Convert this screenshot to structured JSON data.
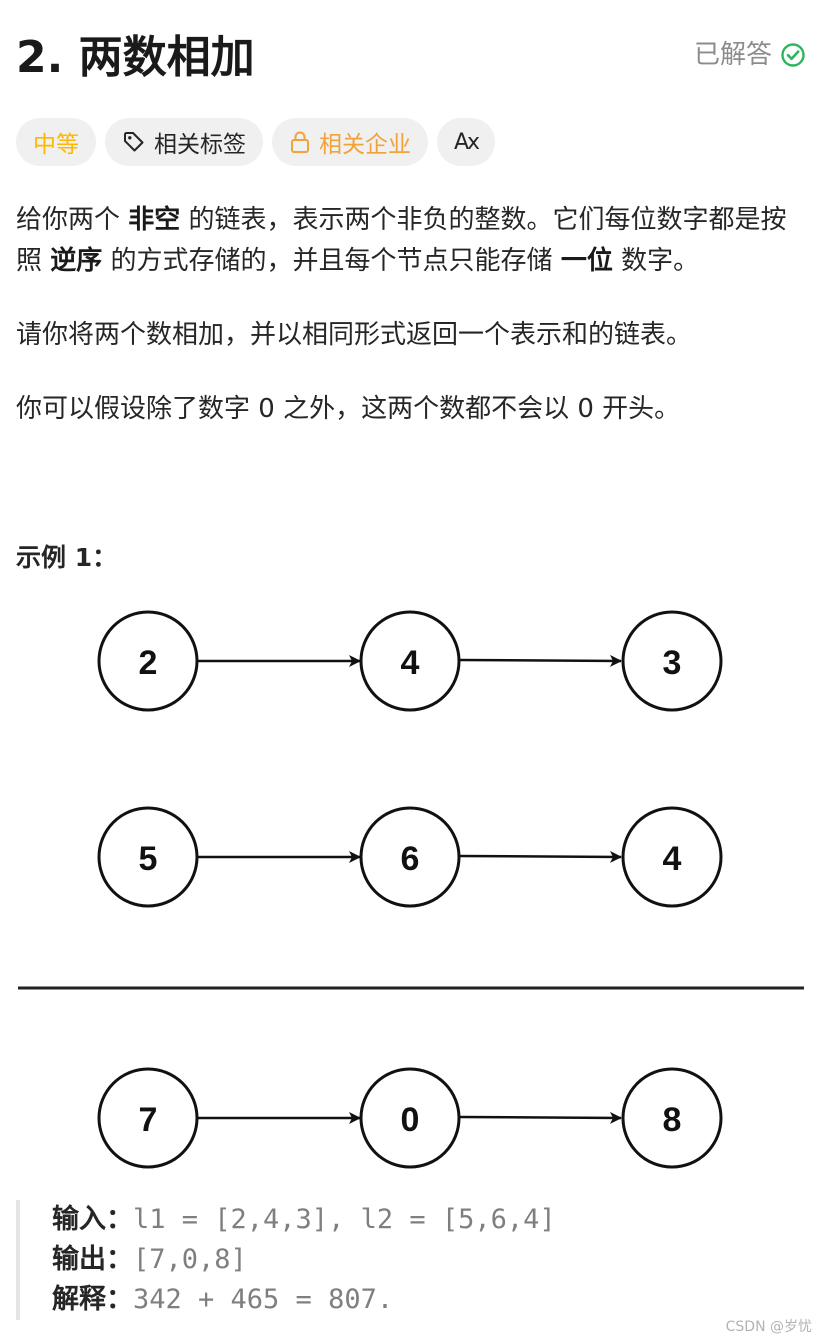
{
  "header": {
    "title": "2. 两数相加",
    "solved_label": "已解答",
    "solved_icon": "check-circle-icon",
    "solved_color": "#2db55d"
  },
  "tags": {
    "difficulty": "中等",
    "related_tags": "相关标签",
    "related_companies": "相关企业",
    "translate_icon_text": "Ax",
    "difficulty_color": "#ffb800",
    "company_color": "#f0a23b"
  },
  "description": {
    "p1_a": "给你两个 ",
    "p1_b": "非空",
    "p1_c": " 的链表，表示两个非负的整数。它们每位数字都是按照 ",
    "p1_d": "逆序",
    "p1_e": " 的方式存储的，并且每个节点只能存储 ",
    "p1_f": "一位",
    "p1_g": " 数字。",
    "p2": "请你将两个数相加，并以相同形式返回一个表示和的链表。",
    "p3": "你可以假设除了数字 0 之外，这两个数都不会以 0 开头。"
  },
  "example": {
    "title": "示例 1：",
    "diagram": {
      "list1": [
        "2",
        "4",
        "3"
      ],
      "list2": [
        "5",
        "6",
        "4"
      ],
      "result": [
        "7",
        "0",
        "8"
      ]
    },
    "input_label": "输入：",
    "input_value": "l1 = [2,4,3], l2 = [5,6,4]",
    "output_label": "输出：",
    "output_value": "[7,0,8]",
    "explain_label": "解释：",
    "explain_value": "342 + 465 = 807."
  },
  "watermark": "CSDN @岁忧"
}
